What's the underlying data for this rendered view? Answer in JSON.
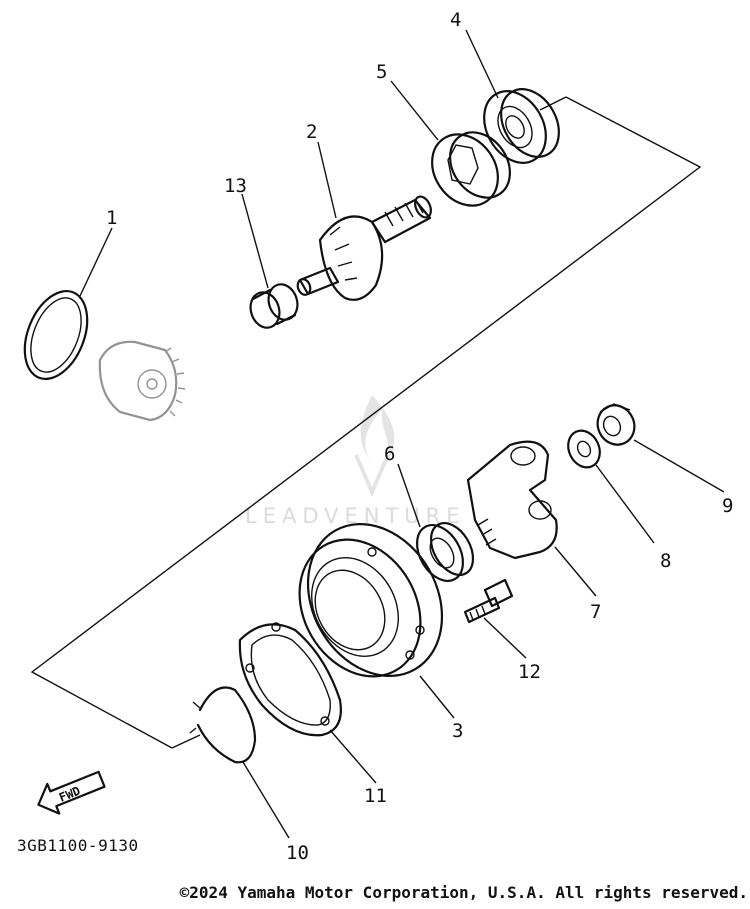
{
  "callouts": [
    "1",
    "2",
    "3",
    "4",
    "5",
    "6",
    "7",
    "8",
    "9",
    "10",
    "11",
    "12",
    "13"
  ],
  "fwd_label": "FWD",
  "part_code": "3GB1100-9130",
  "copyright": "©2024 Yamaha Motor Corporation, U.S.A. All rights reserved.",
  "watermark": "LEADVENTURE",
  "icons": {
    "fwd_arrow": "left-arrow-icon"
  }
}
